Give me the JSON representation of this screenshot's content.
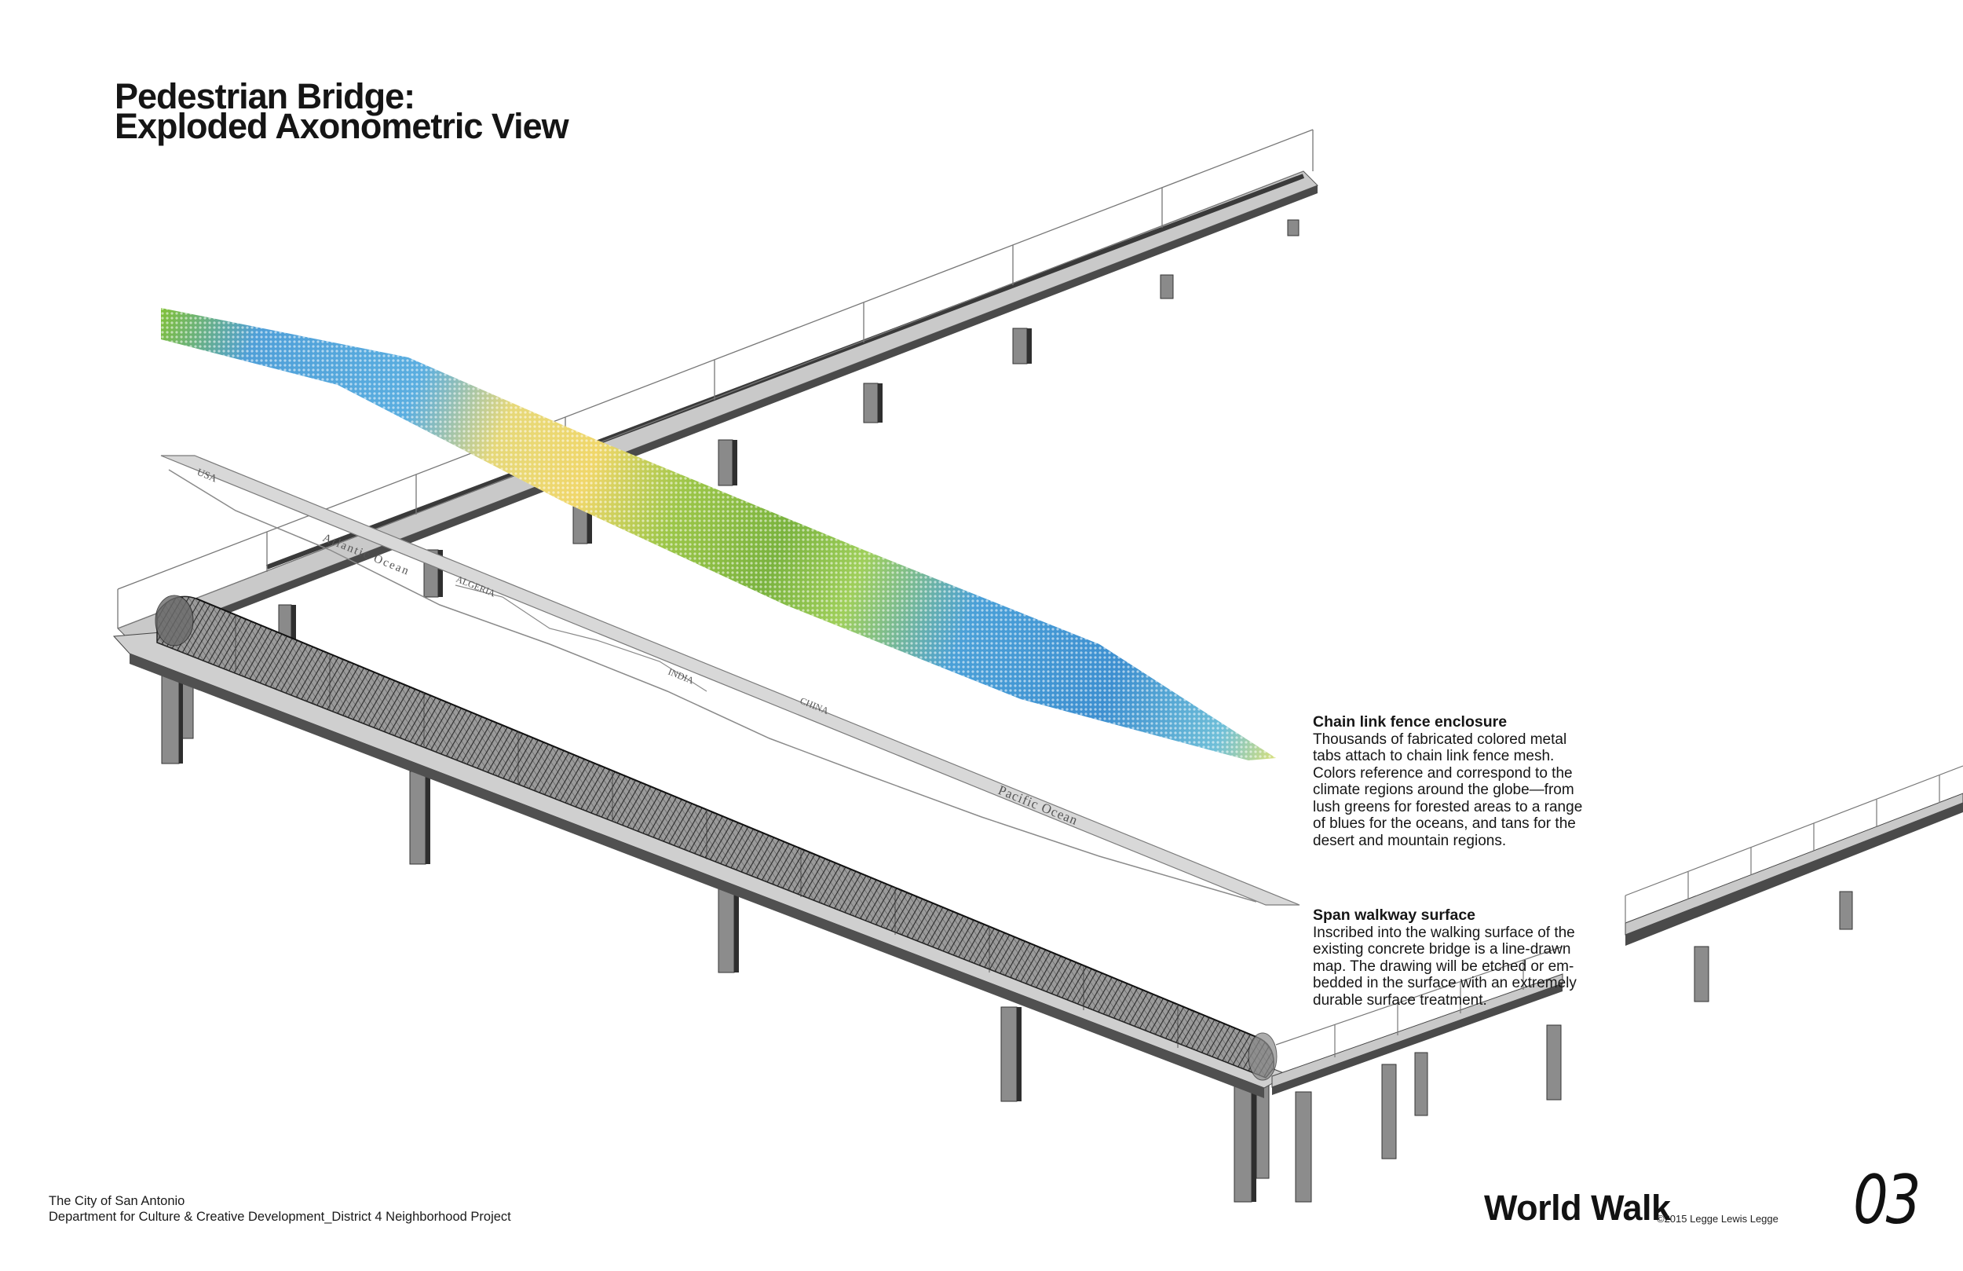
{
  "title": {
    "line1": "Pedestrian Bridge:",
    "line2": "Exploded Axonometric View"
  },
  "callouts": [
    {
      "heading": "Chain link fence enclosure",
      "lines": [
        "Thousands of fabricated colored metal",
        "tabs attach to chain link fence mesh.",
        "Colors reference and correspond to the",
        "climate regions around the globe—from",
        "lush greens for forested areas to a range",
        "of blues for the oceans, and tans for the",
        "desert and mountain regions."
      ]
    },
    {
      "heading": "Span walkway surface",
      "lines": [
        "Inscribed into the walking surface of the",
        "existing concrete bridge is a line-drawn",
        "map. The drawing will be etched or em-",
        "bedded in the surface with an extremely",
        "durable surface treatment."
      ]
    }
  ],
  "map_labels": {
    "usa": "USA",
    "atlantic": "Atlantic Ocean",
    "algeria": "ALGERIA",
    "india": "INDIA",
    "china": "CHINA",
    "pacific": "Pacific Ocean"
  },
  "footer": {
    "org_line1": "The City of San Antonio",
    "org_line2": "Department for Culture & Creative Development_District 4 Neighborhood Project",
    "brand": "World Walk",
    "copyright": "©2015 Legge Lewis Legge",
    "page_number": "03"
  },
  "colors": {
    "concrete_light": "#d4d4d4",
    "concrete_dark": "#555555",
    "mesh": "#2e2e2e",
    "ocean_blue": "#3f8fd0",
    "forest_green": "#6aa63a",
    "desert_tan": "#e8d27a"
  }
}
